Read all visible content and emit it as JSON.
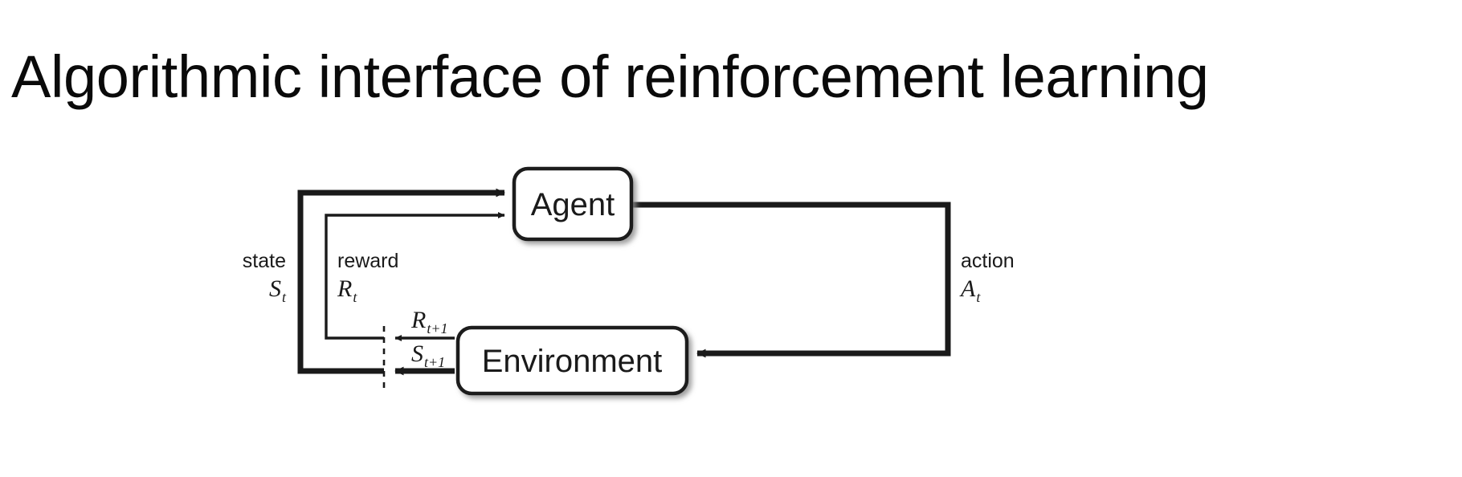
{
  "slide": {
    "title": "Algorithmic interface of reinforcement learning",
    "background_color": "#ffffff",
    "text_color": "#0a0a0a"
  },
  "diagram": {
    "name": "agent-environment-interaction-loop",
    "line_color": "#1a1a1a",
    "box_fill": "#ffffff",
    "box_border_color": "#1a1a1a",
    "shadow_color": "#9a9a9a",
    "nodes": [
      {
        "id": "agent",
        "label": "Agent"
      },
      {
        "id": "environment",
        "label": "Environment"
      }
    ],
    "edges": [
      {
        "id": "state",
        "word": "state",
        "symbol": "S",
        "subscript": "t",
        "from": "environment",
        "to": "agent",
        "weight": "thick"
      },
      {
        "id": "reward",
        "word": "reward",
        "symbol": "R",
        "subscript": "t",
        "from": "environment",
        "to": "agent",
        "weight": "thin"
      },
      {
        "id": "action",
        "word": "action",
        "symbol": "A",
        "subscript": "t",
        "from": "agent",
        "to": "environment",
        "weight": "thick"
      }
    ],
    "feedback": [
      {
        "id": "next-reward",
        "symbol": "R",
        "subscript": "t+1",
        "weight": "thin"
      },
      {
        "id": "next-state",
        "symbol": "S",
        "subscript": "t+1",
        "weight": "thick"
      }
    ],
    "time_boundary": {
      "id": "time-step-divider",
      "style": "dashed"
    }
  }
}
